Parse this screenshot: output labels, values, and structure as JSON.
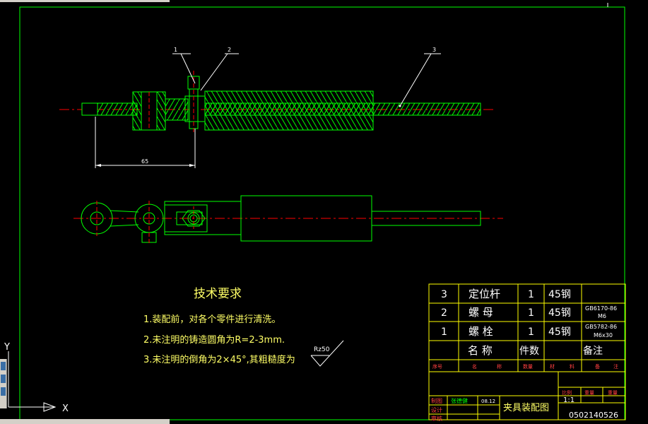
{
  "colors": {
    "background": "#000000",
    "part_outline": "#00ff00",
    "centerline": "#ff0000",
    "dimension": "#ffffff",
    "text_yellow": "#ffff66",
    "table_line": "#ffff00",
    "text_white": "#ffffff",
    "small_labels": "#ff4040",
    "border": "#00ff00"
  },
  "balloons": [
    "1",
    "2",
    "3"
  ],
  "dimension_65": "65",
  "tech_req": {
    "title": "技术要求",
    "line1": "1.装配前，对各个零件进行清洗。",
    "line2": "2.未注明的铸造圆角为R=2-3mm.",
    "line3": "3.未注明的倒角为2×45°,其粗糙度为",
    "roughness": "Rz50"
  },
  "bom": [
    {
      "no": "3",
      "name": "定位杆",
      "qty": "1",
      "material": "45钢",
      "note": ""
    },
    {
      "no": "2",
      "name": "螺  母",
      "qty": "1",
      "material": "45钢",
      "note_l1": "GB6170-86",
      "note_l2": "M6"
    },
    {
      "no": "1",
      "name": "螺  栓",
      "qty": "1",
      "material": "45钢",
      "note_l1": "GB5782-86",
      "note_l2": "M6x30"
    }
  ],
  "bom_header": {
    "name": "名  称",
    "qty": "件数",
    "note": "备注"
  },
  "bom_small_header": [
    "序号",
    "名",
    "称",
    "数量",
    "材",
    "料",
    "备",
    "注"
  ],
  "title_block": {
    "draw_label": "制图",
    "design_label": "设计",
    "check_label": "审核",
    "drawer": "张德健",
    "date": "08.12",
    "drawing_title": "夹具装配图",
    "col_labels": [
      "比例",
      "重量",
      "重量"
    ],
    "scale": "1:1",
    "drawing_no": "0502140526"
  },
  "ucs": {
    "x": "X",
    "y": "Y"
  }
}
